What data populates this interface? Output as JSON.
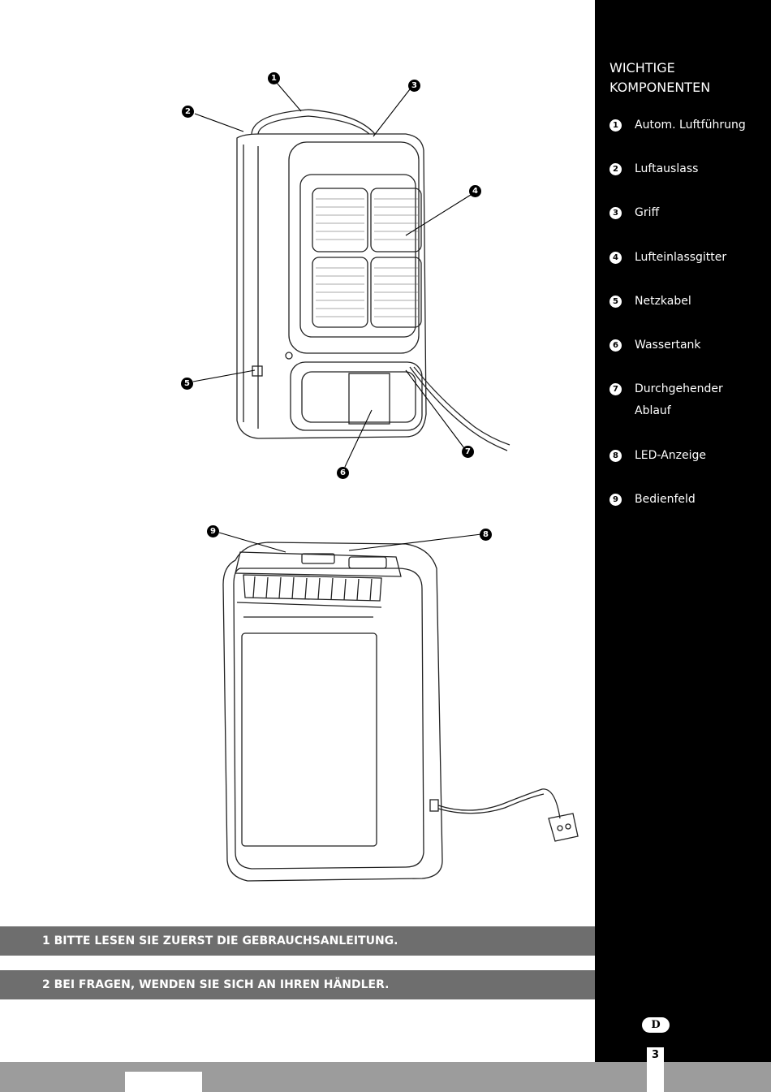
{
  "sidebar": {
    "title": "WICHTIGE KOMPONENTEN",
    "components": [
      {
        "num": "1",
        "label": "Autom. Luftführung"
      },
      {
        "num": "2",
        "label": "Luftauslass"
      },
      {
        "num": "3",
        "label": "Griff"
      },
      {
        "num": "4",
        "label": "Lufteinlassgitter"
      },
      {
        "num": "5",
        "label": "Netzkabel"
      },
      {
        "num": "6",
        "label": "Wassertank"
      },
      {
        "num": "7",
        "label": "Durchgehender Ablauf"
      },
      {
        "num": "8",
        "label": "LED-Anzeige"
      },
      {
        "num": "9",
        "label": "Bedienfeld"
      }
    ],
    "language_badge": "D",
    "page_number": "3"
  },
  "callouts": [
    "1",
    "2",
    "3",
    "4",
    "5",
    "6",
    "7",
    "8",
    "9"
  ],
  "banners": [
    "1 BITTE LESEN SIE ZUERST DIE GEBRAUCHSANLEITUNG.",
    "2 BEI FRAGEN, WENDEN SIE SICH AN IHREN HÄNDLER."
  ]
}
